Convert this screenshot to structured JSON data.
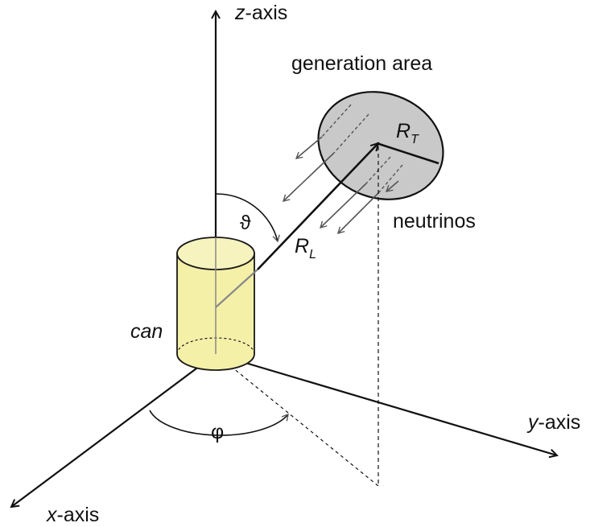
{
  "axes": {
    "z": {
      "var": "z",
      "suffix": "-axis"
    },
    "y": {
      "var": "y",
      "suffix": "-axis"
    },
    "x": {
      "var": "x",
      "suffix": "-axis"
    }
  },
  "labels": {
    "generation_area": "generation area",
    "neutrinos": "neutrinos",
    "can": "can",
    "theta": "ϑ",
    "phi": "φ",
    "r_t": {
      "main": "R",
      "sub": "T"
    },
    "r_l": {
      "main": "R",
      "sub": "L"
    }
  },
  "colors": {
    "can_fill": "#f5f0a8",
    "can_stroke": "#1a1a1a",
    "generation_area_fill": "#c9c9c9",
    "line": "#111111",
    "neutrino_arrow": "#555555"
  }
}
